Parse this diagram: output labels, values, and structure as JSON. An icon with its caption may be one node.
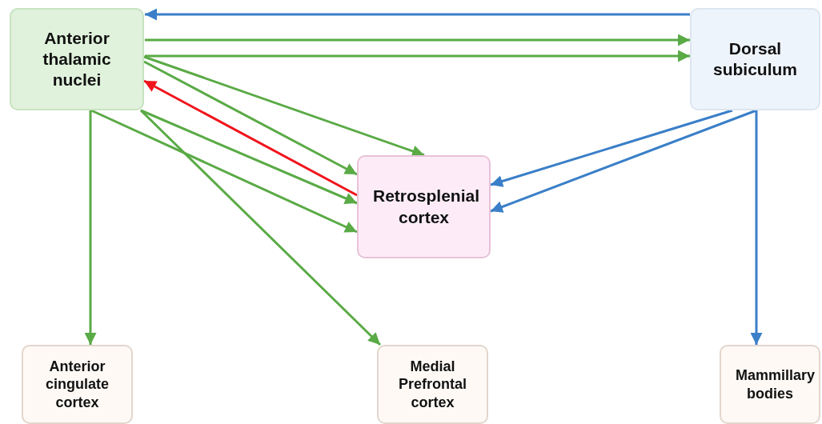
{
  "diagram": {
    "nodes": [
      {
        "text": [
          "Anterior thalamic nuclei"
        ]
      },
      {
        "text": [
          "Dorsal subiculum"
        ]
      },
      {
        "text": [
          "Retrosplenial cortex"
        ]
      },
      {
        "text": [
          "Anterior cingulate cortex"
        ]
      },
      {
        "text": [
          "Medial Prefrontal cortex"
        ]
      },
      {
        "text": [
          "Mammillary bodies"
        ]
      }
    ],
    "edges": [
      {
        "from": 1,
        "to": 0,
        "arrow": "to",
        "color": "#3a7fc8"
      },
      {
        "from": 0,
        "to": 1,
        "arrow": "to"
      },
      {
        "from": 0,
        "to": 1,
        "arrow": "to"
      },
      {
        "from": 0,
        "to": 2,
        "arrow": "to"
      },
      {
        "from": 0,
        "to": 2,
        "arrow": "to"
      },
      {
        "from": 0,
        "to": 2,
        "arrow": "to"
      },
      {
        "from": 0,
        "to": 2,
        "arrow": "to"
      },
      {
        "from": 2,
        "to": 0,
        "arrow": "to",
        "color": "#f0141c"
      },
      {
        "from": 0,
        "to": 3,
        "arrow": "to"
      },
      {
        "from": 0,
        "to": 4,
        "arrow": "to"
      },
      {
        "from": 1,
        "to": 2,
        "arrow": "to",
        "color": "#3a7fc8"
      },
      {
        "from": 1,
        "to": 2,
        "arrow": "to",
        "color": "#3a7fc8"
      },
      {
        "from": 1,
        "to": 5,
        "arrow": "to",
        "color": "#3a7fc8"
      }
    ]
  }
}
